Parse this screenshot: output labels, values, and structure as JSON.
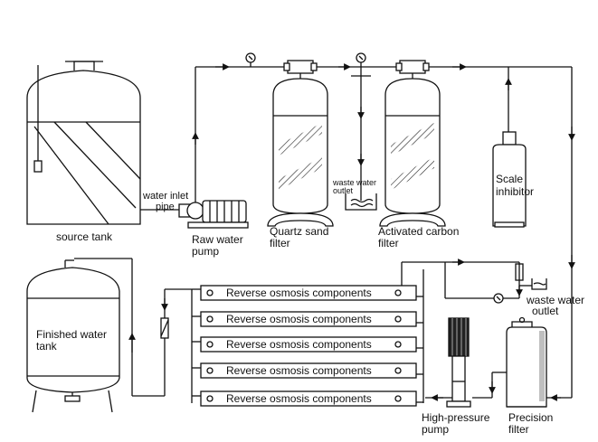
{
  "labels": {
    "source_tank": "source tank",
    "water_inlet_pipe_1": "water inlet",
    "water_inlet_pipe_2": "pipe",
    "raw_water_pump_1": "Raw water",
    "raw_water_pump_2": "pump",
    "quartz_sand_filter_1": "Quartz sand",
    "quartz_sand_filter_2": "filter",
    "waste_water_outlet_top_1": "waste water",
    "waste_water_outlet_top_2": "outlet",
    "activated_carbon_filter_1": "Activated carbon",
    "activated_carbon_filter_2": "filter",
    "scale_inhibitor_1": "Scale",
    "scale_inhibitor_2": "inhibitor",
    "finished_water_tank_1": "Finished water",
    "finished_water_tank_2": "tank",
    "waste_water_outlet_right_1": "waste water",
    "waste_water_outlet_right_2": "outlet",
    "high_pressure_pump_1": "High-pressure",
    "high_pressure_pump_2": "pump",
    "precision_filter_1": "Precision",
    "precision_filter_2": "filter"
  },
  "ro_components": [
    "Reverse osmosis components",
    "Reverse osmosis components",
    "Reverse osmosis components",
    "Reverse osmosis components",
    "Reverse osmosis components"
  ],
  "colors": {
    "line": "#111111",
    "fill": "#ffffff",
    "shade": "#bfbfbf"
  }
}
